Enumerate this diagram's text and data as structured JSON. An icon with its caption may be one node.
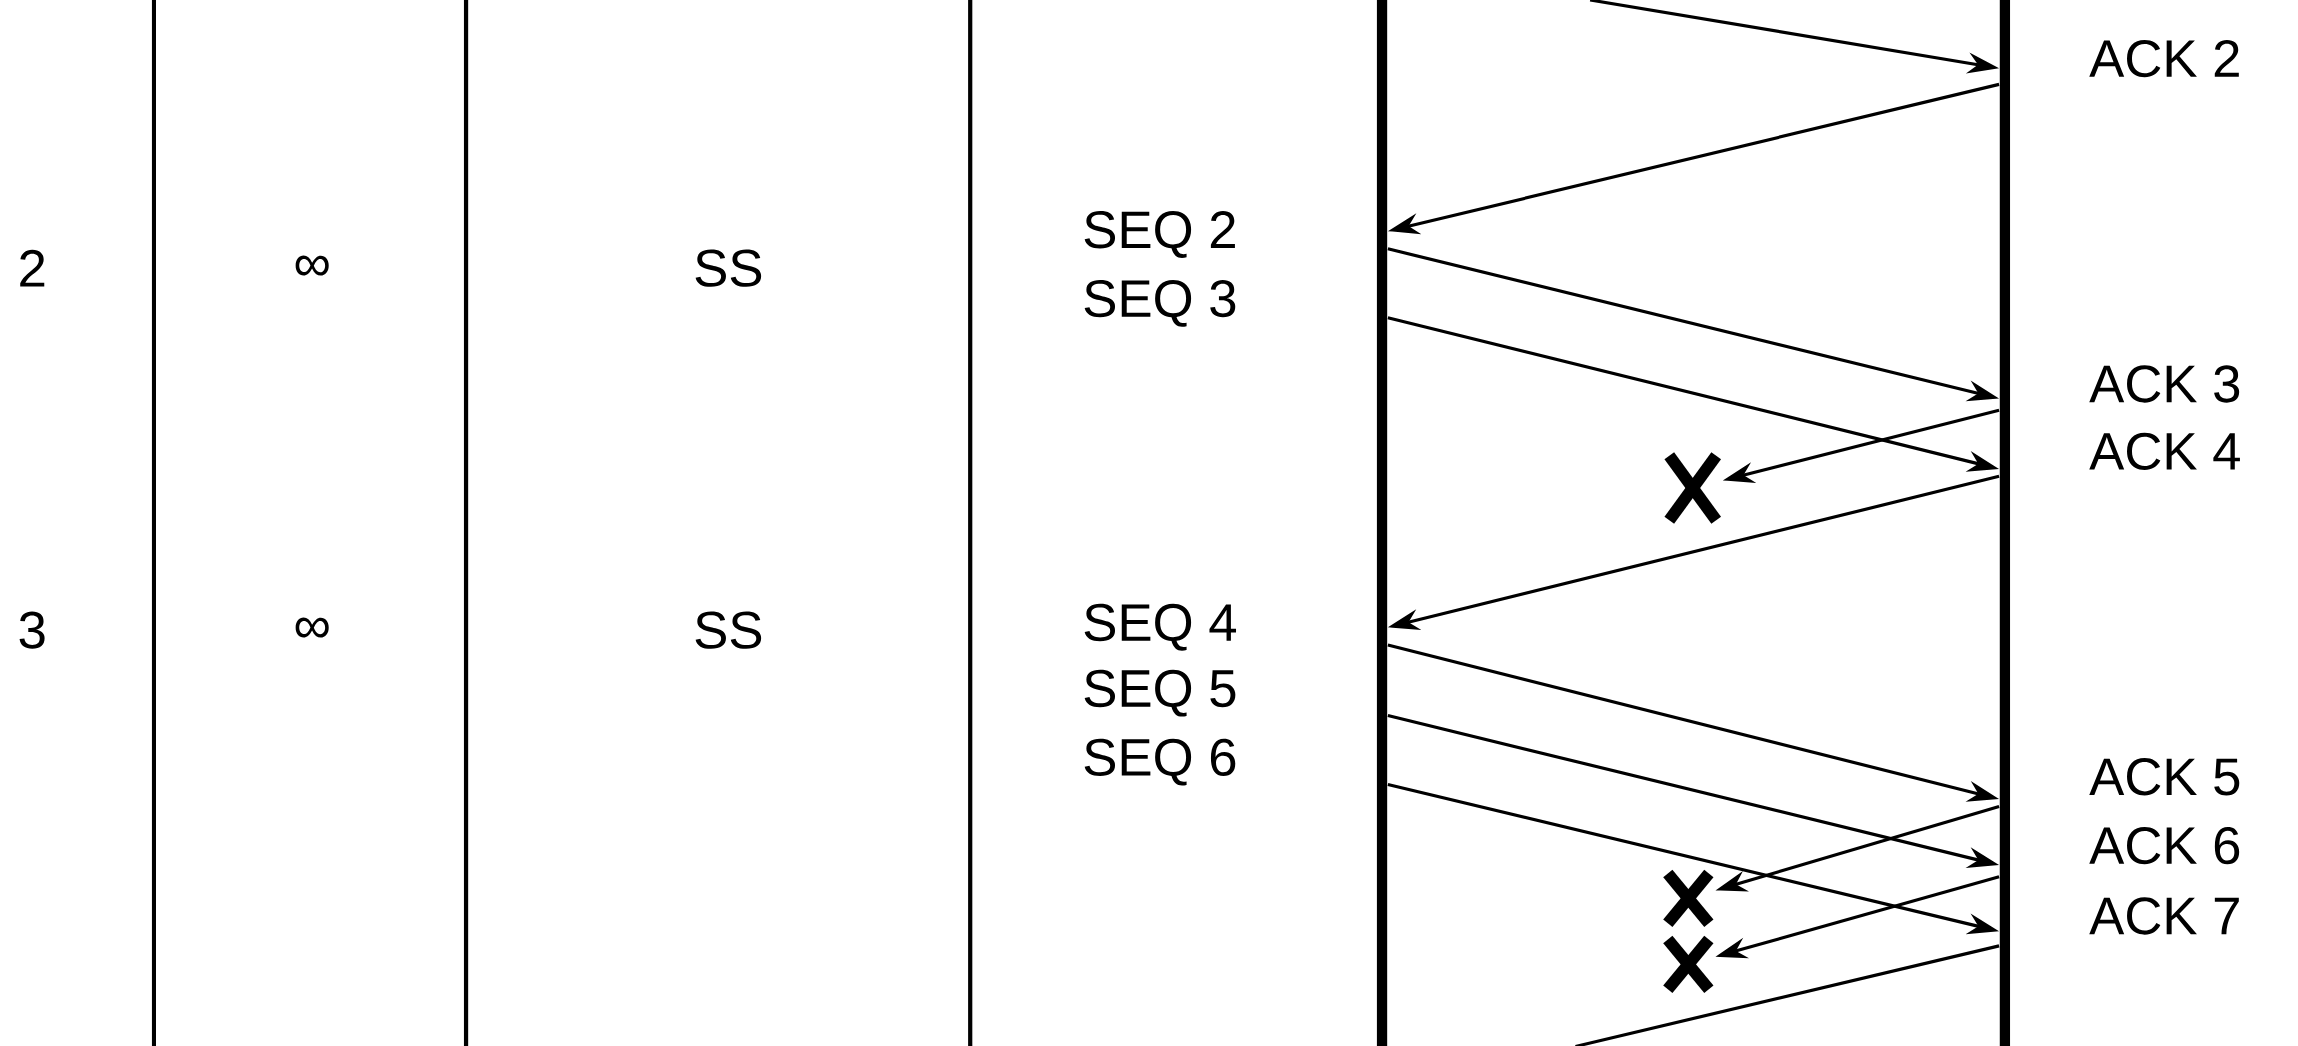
{
  "diagram": {
    "nodes": [
      {
        "text": [],
        "shape": "bar"
      },
      {
        "text": [],
        "shape": "bar"
      },
      {
        "text": [],
        "shape": "cross"
      },
      {
        "text": [],
        "shape": "cross"
      },
      {
        "text": [],
        "shape": "cross"
      }
    ],
    "edges": [
      {
        "from": null,
        "to": 1,
        "arrow": "to"
      },
      {
        "from": 1,
        "to": 0,
        "arrow": "to"
      },
      {
        "from": 0,
        "to": 1,
        "arrow": "to"
      },
      {
        "from": 0,
        "to": 1,
        "arrow": "to"
      },
      {
        "from": 1,
        "to": 2,
        "arrow": "to"
      },
      {
        "from": 1,
        "to": 0,
        "arrow": "to"
      },
      {
        "from": 0,
        "to": 1,
        "arrow": "to"
      },
      {
        "from": 0,
        "to": 1,
        "arrow": "to"
      },
      {
        "from": 0,
        "to": 1,
        "arrow": "to"
      },
      {
        "from": 1,
        "to": 3,
        "arrow": "to"
      },
      {
        "from": 1,
        "to": 4,
        "arrow": "to"
      },
      {
        "from": 1,
        "to": null,
        "arrow": "none"
      }
    ],
    "labels": [
      "ACK 2",
      "2",
      "∞",
      "SS",
      "SEQ 2",
      "SEQ 3",
      "ACK 3",
      "ACK 4",
      "3",
      "∞",
      "SS",
      "SEQ 4",
      "SEQ 5",
      "SEQ 6",
      "ACK 5",
      "ACK 6",
      "ACK 7"
    ]
  }
}
